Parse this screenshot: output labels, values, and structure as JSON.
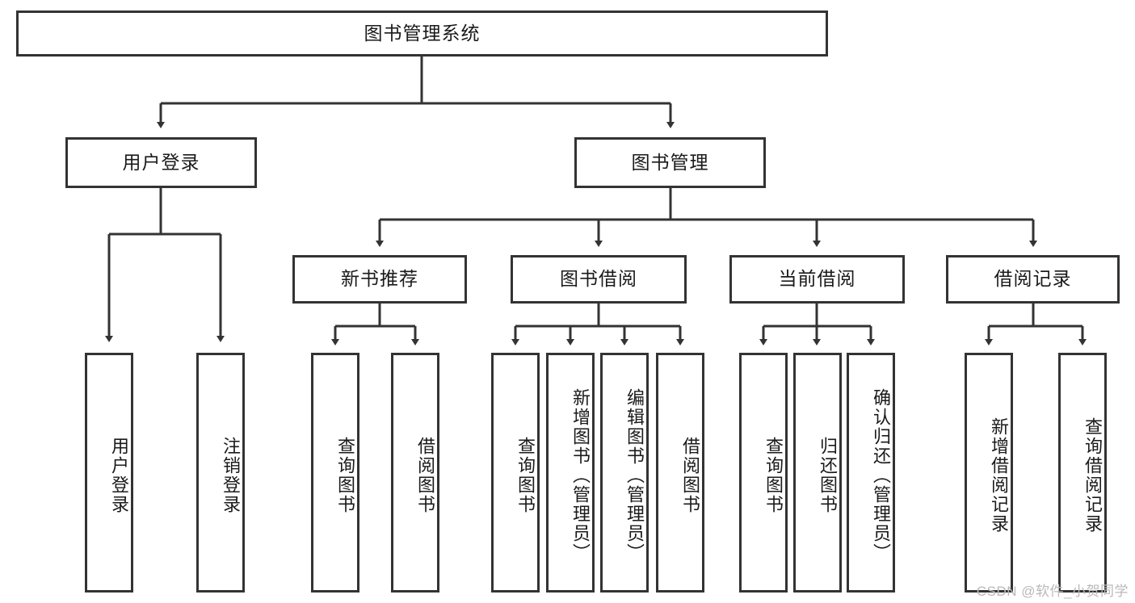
{
  "diagram": {
    "title": "图书管理系统",
    "type": "hierarchy-tree",
    "watermark": "CSDN @软件_小贺同学",
    "colors": {
      "box_border": "#333333",
      "box_fill": "#ffffff",
      "connector": "#333333",
      "text": "#1a1a1a",
      "watermark": "#b9b9b9"
    },
    "levels": {
      "root": {
        "label": "图书管理系统"
      },
      "level2": [
        {
          "label": "用户登录"
        },
        {
          "label": "图书管理"
        }
      ],
      "level3": [
        {
          "label": "新书推荐"
        },
        {
          "label": "图书借阅"
        },
        {
          "label": "当前借阅"
        },
        {
          "label": "借阅记录"
        }
      ],
      "leaves": {
        "user_login": [
          {
            "label": "用户登录"
          },
          {
            "label": "注销登录"
          }
        ],
        "new_book_recommend": [
          {
            "label": "查询图书"
          },
          {
            "label": "借阅图书"
          }
        ],
        "book_borrow": [
          {
            "label": "查询图书"
          },
          {
            "label": "新增图书（管理员）"
          },
          {
            "label": "编辑图书（管理员）"
          },
          {
            "label": "借阅图书"
          }
        ],
        "current_borrow": [
          {
            "label": "查询图书"
          },
          {
            "label": "归还图书"
          },
          {
            "label": "确认归还（管理员）"
          }
        ],
        "borrow_records": [
          {
            "label": "新增借阅记录"
          },
          {
            "label": "查询借阅记录"
          }
        ]
      }
    }
  }
}
